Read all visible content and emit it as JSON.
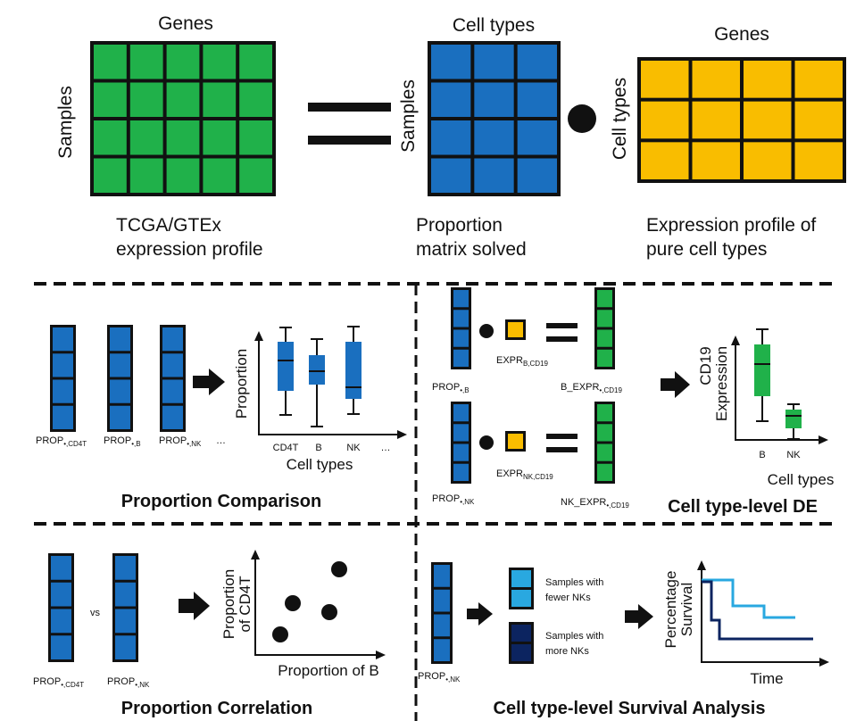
{
  "colors": {
    "green": "#20b14a",
    "blue": "#1a6fbf",
    "gold": "#f9bd00",
    "light_blue": "#29a8e0",
    "navy": "#0c2460",
    "line": "#111111"
  },
  "top": {
    "genes_label": "Genes",
    "samples_label": "Samples",
    "cell_types_label": "Cell types",
    "samples_label_2": "Samples",
    "genes_label_2": "Genes",
    "cell_types_label_2": "Cell types",
    "caption_left_1": "TCGA/GTEx",
    "caption_left_2": "expression profile",
    "caption_mid_1": "Proportion",
    "caption_mid_2": "matrix solved",
    "caption_right_1": "Expression profile of",
    "caption_right_2": "pure cell types"
  },
  "panel_comparison": {
    "title": "Proportion Comparison",
    "prop_label": "PROP",
    "sub_cd4t": "•,CD4T",
    "sub_b": "•,B",
    "sub_nk": "•,NK",
    "ellipsis": "…",
    "y_label": "Proportion",
    "x_label": "Cell types",
    "ticks": [
      "CD4T",
      "B",
      "NK",
      "…"
    ]
  },
  "panel_de": {
    "title": "Cell type-level DE",
    "prop_label": "PROP",
    "sub_b": "•,B",
    "sub_nk": "•,NK",
    "expr_label": "EXPR",
    "expr_sub_b": "B,CD19",
    "expr_sub_nk": "NK,CD19",
    "b_expr": "B_EXPR",
    "b_expr_sub": "•,CD19",
    "nk_expr": "NK_EXPR",
    "nk_expr_sub": "•,CD19",
    "y_label_1": "CD19",
    "y_label_2": "Expression",
    "x_label": "Cell types",
    "ticks": [
      "B",
      "NK"
    ]
  },
  "panel_correlation": {
    "title": "Proportion Correlation",
    "prop_label": "PROP",
    "sub_cd4t": "•,CD4T",
    "sub_nk": "•,NK",
    "vs": "vs",
    "y_label_1": "Proportion",
    "y_label_2": "of CD4T",
    "x_label": "Proportion of B"
  },
  "panel_survival": {
    "title": "Cell type-level Survival Analysis",
    "prop_label": "PROP",
    "sub_nk": "•,NK",
    "group1_1": "Samples with",
    "group1_2": "fewer NKs",
    "group2_1": "Samples with",
    "group2_2": "more NKs",
    "y_label_1": "Percentage",
    "y_label_2": "Survival",
    "x_label": "Time"
  }
}
